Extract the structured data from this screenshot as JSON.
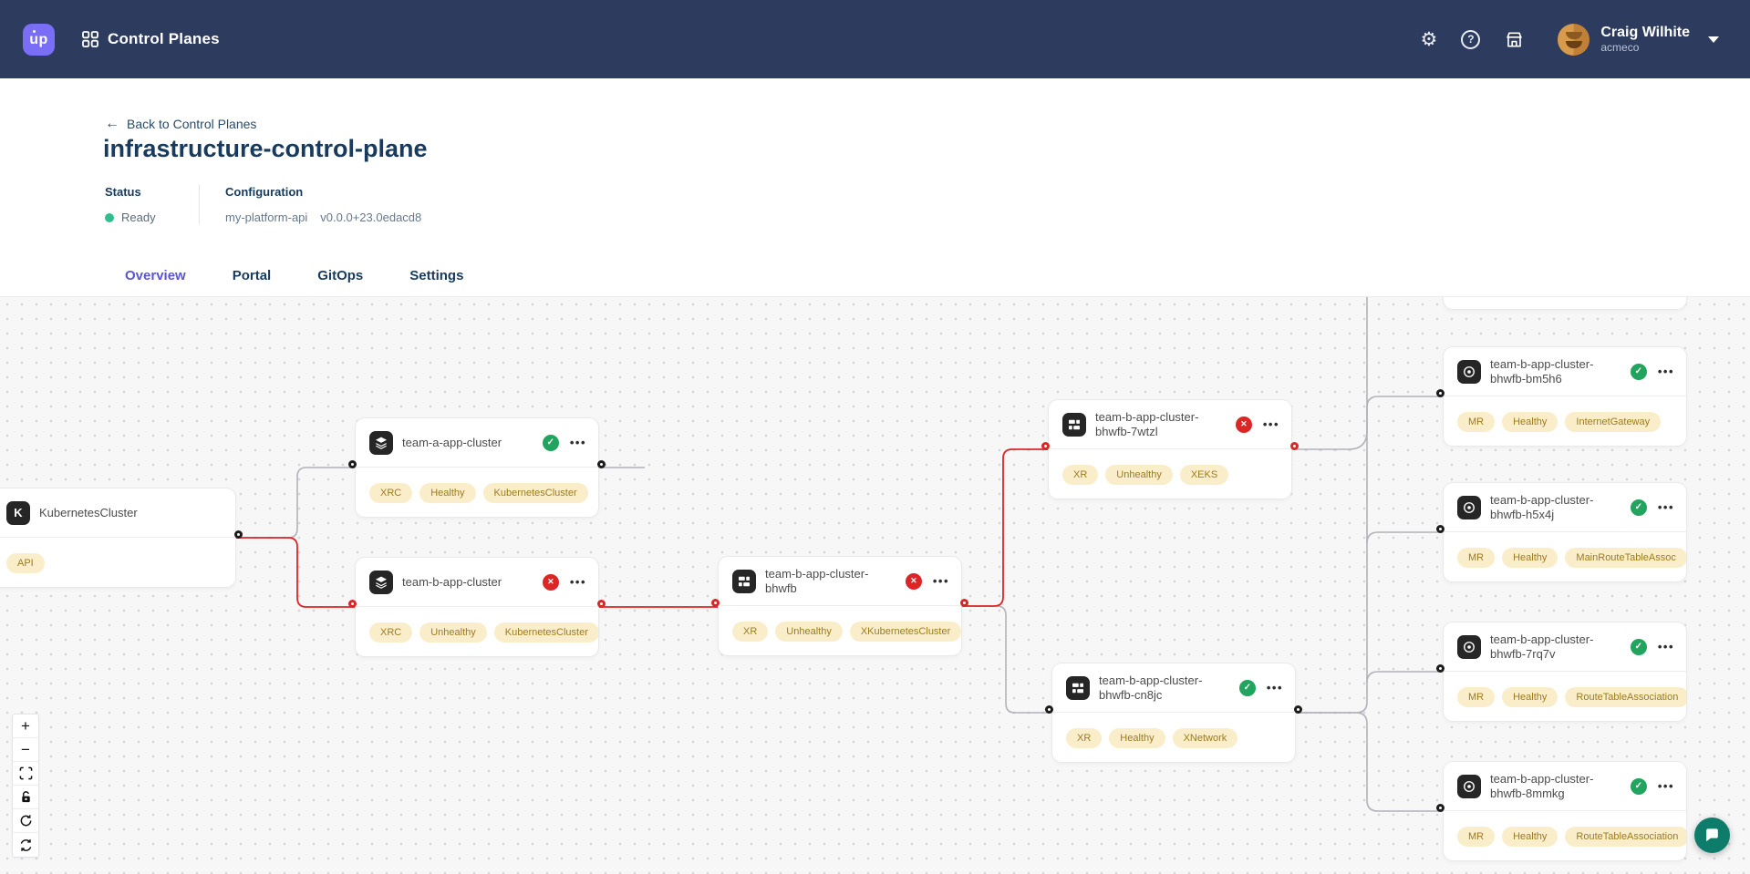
{
  "navbar": {
    "logo_text": "up",
    "app_title": "Control Planes",
    "user_name": "Craig Wilhite",
    "user_org": "acmeco"
  },
  "header": {
    "back_label": "Back to Control Planes",
    "title": "infrastructure-control-plane",
    "status_label": "Status",
    "status_value": "Ready",
    "config_label": "Configuration",
    "config_name": "my-platform-api",
    "config_version": "v0.0.0+23.0edacd8"
  },
  "tabs": [
    {
      "label": "Overview",
      "active": true
    },
    {
      "label": "Portal",
      "active": false
    },
    {
      "label": "GitOps",
      "active": false
    },
    {
      "label": "Settings",
      "active": false
    }
  ],
  "graph": {
    "nodes": [
      {
        "title": "KubernetesCluster",
        "icon": "kubernetes-icon",
        "status": null,
        "badges": [
          "API"
        ]
      },
      {
        "title": "team-a-app-cluster",
        "icon": "claim-icon",
        "status": "healthy",
        "badges": [
          "XRC",
          "Healthy",
          "KubernetesCluster"
        ]
      },
      {
        "title": "team-b-app-cluster",
        "icon": "claim-icon",
        "status": "unhealthy",
        "badges": [
          "XRC",
          "Unhealthy",
          "KubernetesCluster"
        ]
      },
      {
        "title": "team-b-app-cluster-bhwfb",
        "icon": "composite-icon",
        "status": "unhealthy",
        "badges": [
          "XR",
          "Unhealthy",
          "XKubernetesCluster"
        ]
      },
      {
        "title": "team-b-app-cluster-bhwfb-7wtzl",
        "icon": "composite-icon",
        "status": "unhealthy",
        "badges": [
          "XR",
          "Unhealthy",
          "XEKS"
        ]
      },
      {
        "title": "team-b-app-cluster-bhwfb-cn8jc",
        "icon": "composite-icon",
        "status": "healthy",
        "badges": [
          "XR",
          "Healthy",
          "XNetwork"
        ]
      },
      {
        "title": "team-b-app-cluster-bhwfb-bm5h6",
        "icon": "managed-icon",
        "status": "healthy",
        "badges": [
          "MR",
          "Healthy",
          "InternetGateway"
        ]
      },
      {
        "title": "team-b-app-cluster-bhwfb-h5x4j",
        "icon": "managed-icon",
        "status": "healthy",
        "badges": [
          "MR",
          "Healthy",
          "MainRouteTableAssoc"
        ]
      },
      {
        "title": "team-b-app-cluster-bhwfb-7rq7v",
        "icon": "managed-icon",
        "status": "healthy",
        "badges": [
          "MR",
          "Healthy",
          "RouteTableAssociation"
        ]
      },
      {
        "title": "team-b-app-cluster-bhwfb-8mmkg",
        "icon": "managed-icon",
        "status": "healthy",
        "badges": [
          "MR",
          "Healthy",
          "RouteTableAssociation"
        ]
      }
    ],
    "controls": [
      "zoom-in",
      "zoom-out",
      "fit-view",
      "toggle-interactivity",
      "rotate",
      "refresh"
    ]
  },
  "colors": {
    "navbar_bg": "#2d3c5e",
    "accent_purple": "#5b55d6",
    "logo_purple": "#7b6ef6",
    "edge_red": "#dc2626",
    "edge_gray": "#b1b1b7",
    "status_green": "#21a45d",
    "status_red": "#dc2626",
    "ready_green": "#2fbf8f",
    "badge_bg": "#faeeca",
    "badge_text": "#9c7b1e"
  }
}
